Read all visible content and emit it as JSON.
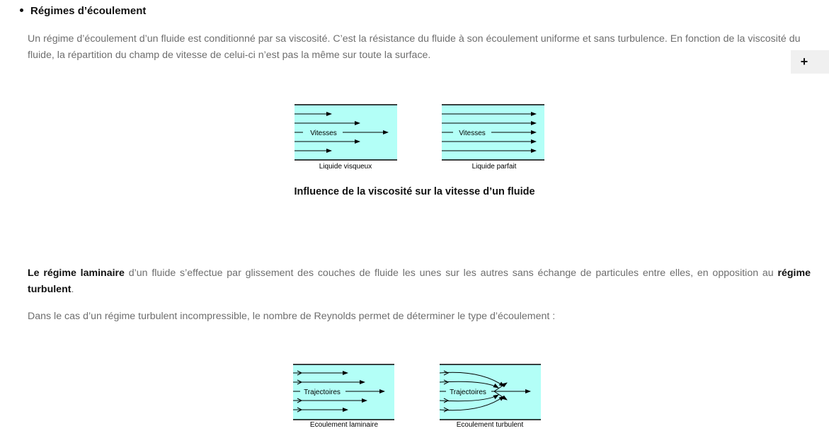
{
  "section": {
    "heading": "Régimes d’écoulement"
  },
  "paragraph1": "Un régime d’écoulement d’un fluide est conditionné par sa viscosité. C’est la résistance du fluide à son écoulement uniforme et sans turbulence. En fonction de la viscosité du fluide, la répartition du champ de vitesse de celui-ci n’est pas la même sur toute la surface.",
  "expand_button": "+",
  "figure1": {
    "left_panel_label": "Vitesses",
    "left_panel_caption": "Liquide visqueux",
    "right_panel_label": "Vitesses",
    "right_panel_caption": "Liquide parfait",
    "caption": "Influence de la viscosité sur la vitesse d’un fluide"
  },
  "paragraph2": {
    "bold_start": "Le régime laminaire",
    "middle": " d’un fluide s’effectue par glissement des couches de fluide les unes sur les autres sans échange de particules entre elles, en opposition au ",
    "bold_end": "régime turbulent",
    "end": "."
  },
  "paragraph3": "Dans le cas d’un régime turbulent incompressible, le nombre de Reynolds permet de déterminer le type d’écoulement :",
  "figure2": {
    "left_panel_label": "Trajectoires",
    "left_panel_caption": "Ecoulement laminaire",
    "right_panel_label": "Trajectoires",
    "right_panel_caption": "Ecoulement turbulent"
  },
  "colors": {
    "fluid": "#b3fff7",
    "text_body": "#6e6e6e",
    "text_strong": "#111111"
  }
}
